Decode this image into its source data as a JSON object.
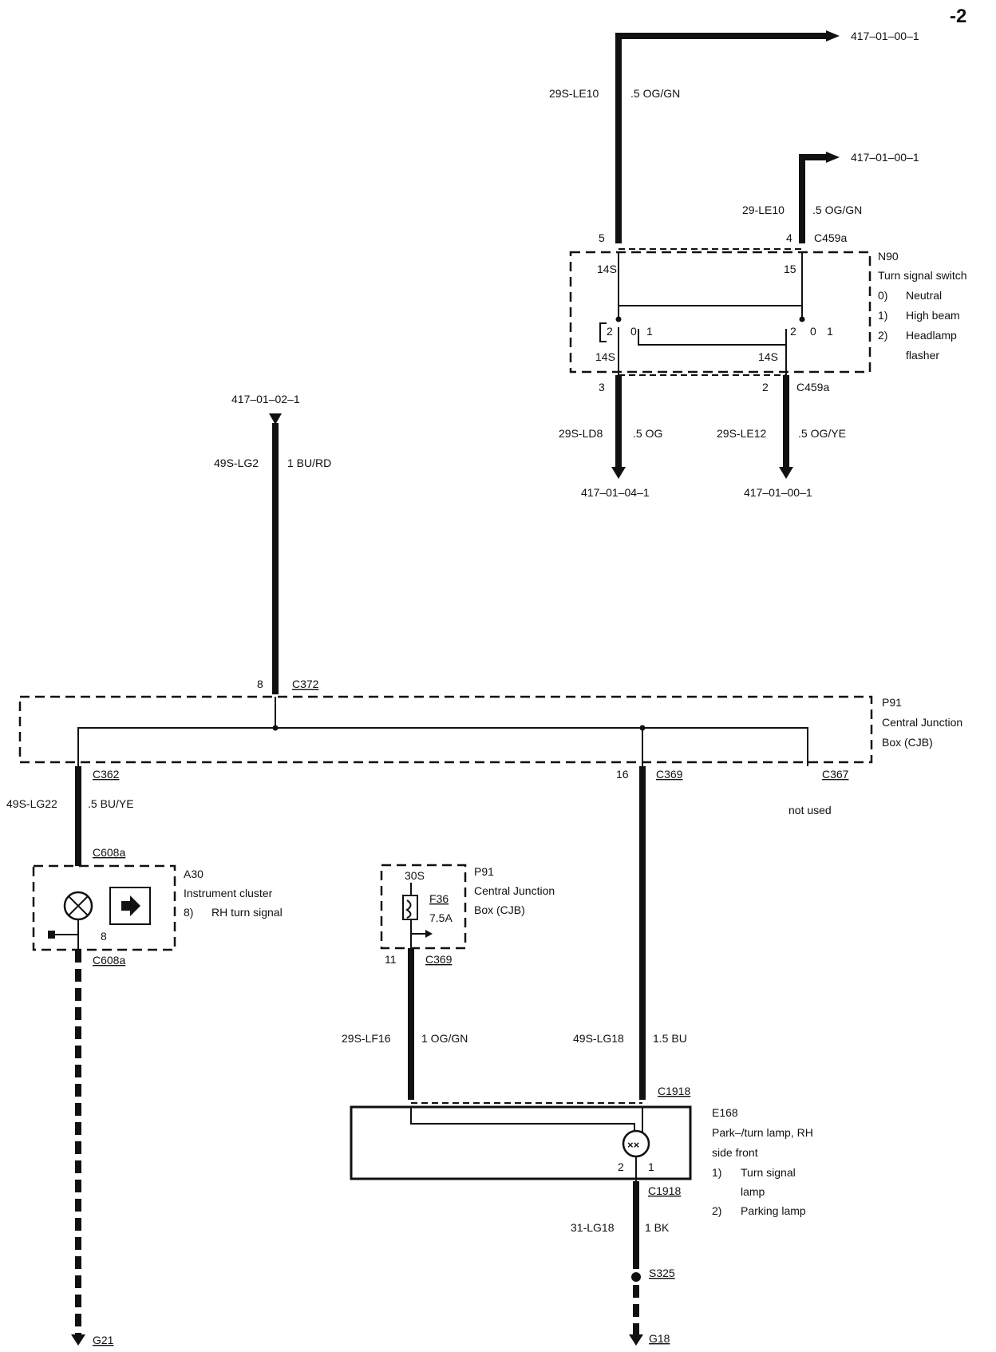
{
  "page_marker": "-2",
  "refs": {
    "top_left_wire": "417–01–00–1",
    "top_right_wire": "417–01–00–1",
    "left_feed": "417–01–02–1",
    "out_left": "417–01–04–1",
    "out_right": "417–01–00–1"
  },
  "wires": {
    "w1_id": "29S-LE10",
    "w1_spec": ".5 OG/GN",
    "w2_id": "29-LE10",
    "w2_spec": ".5 OG/GN",
    "w3_id": "29S-LD8",
    "w3_spec": ".5 OG",
    "w4_id": "29S-LE12",
    "w4_spec": ".5 OG/YE",
    "w5_id": "49S-LG2",
    "w5_spec": "1 BU/RD",
    "w6_id": "49S-LG22",
    "w6_spec": ".5 BU/YE",
    "w7_id": "29S-LF16",
    "w7_spec": "1 OG/GN",
    "w8_id": "49S-LG18",
    "w8_spec": "1.5 BU",
    "w9_id": "31-LG18",
    "w9_spec": "1 BK"
  },
  "connectors": {
    "c459a_top": "C459a",
    "c459a_bottom": "C459a",
    "c372": "C372",
    "c362": "C362",
    "c369_top": "C369",
    "c367": "C367",
    "c608a_top": "C608a",
    "c608a_bottom": "C608a",
    "c369_fuse": "C369",
    "c1918_top": "C1918",
    "c1918_bottom": "C1918",
    "s325": "S325",
    "g21": "G21",
    "g18": "G18"
  },
  "pins": {
    "p5": "5",
    "p4": "4",
    "p3": "3",
    "p2": "2",
    "p14s_tl": "14S",
    "p15": "15",
    "p14s_bl": "14S",
    "p14s_br": "14S",
    "sw_l2": "2",
    "sw_l0": "0",
    "sw_l1": "1",
    "sw_r2": "2",
    "sw_r0": "0",
    "sw_r1": "1",
    "p8": "8",
    "p16": "16",
    "p11": "11",
    "p8_cluster": "8",
    "lamp2": "2",
    "lamp1": "1",
    "p30s": "30S"
  },
  "components": {
    "n90": {
      "id": "N90",
      "name": "Turn signal switch",
      "items": [
        {
          "num": "0)",
          "text": "Neutral"
        },
        {
          "num": "1)",
          "text": "High beam"
        },
        {
          "num": "2)",
          "text": "Headlamp"
        },
        {
          "num": "",
          "text": "flasher"
        }
      ]
    },
    "p91_main": {
      "id": "P91",
      "line1": "Central Junction",
      "line2": "Box (CJB)"
    },
    "a30": {
      "id": "A30",
      "name": "Instrument cluster",
      "item_num": "8)",
      "item_text": "RH turn signal"
    },
    "p91_fuse": {
      "id": "P91",
      "line1": "Central Junction",
      "line2": "Box (CJB)",
      "fuse": "F36",
      "rating": "7.5A"
    },
    "e168": {
      "id": "E168",
      "line1": "Park–/turn lamp, RH",
      "line2": "side front",
      "items": [
        {
          "num": "1)",
          "text": "Turn signal"
        },
        {
          "num": "",
          "text": "lamp"
        },
        {
          "num": "2)",
          "text": "Parking lamp"
        }
      ]
    }
  },
  "not_used": "not used"
}
